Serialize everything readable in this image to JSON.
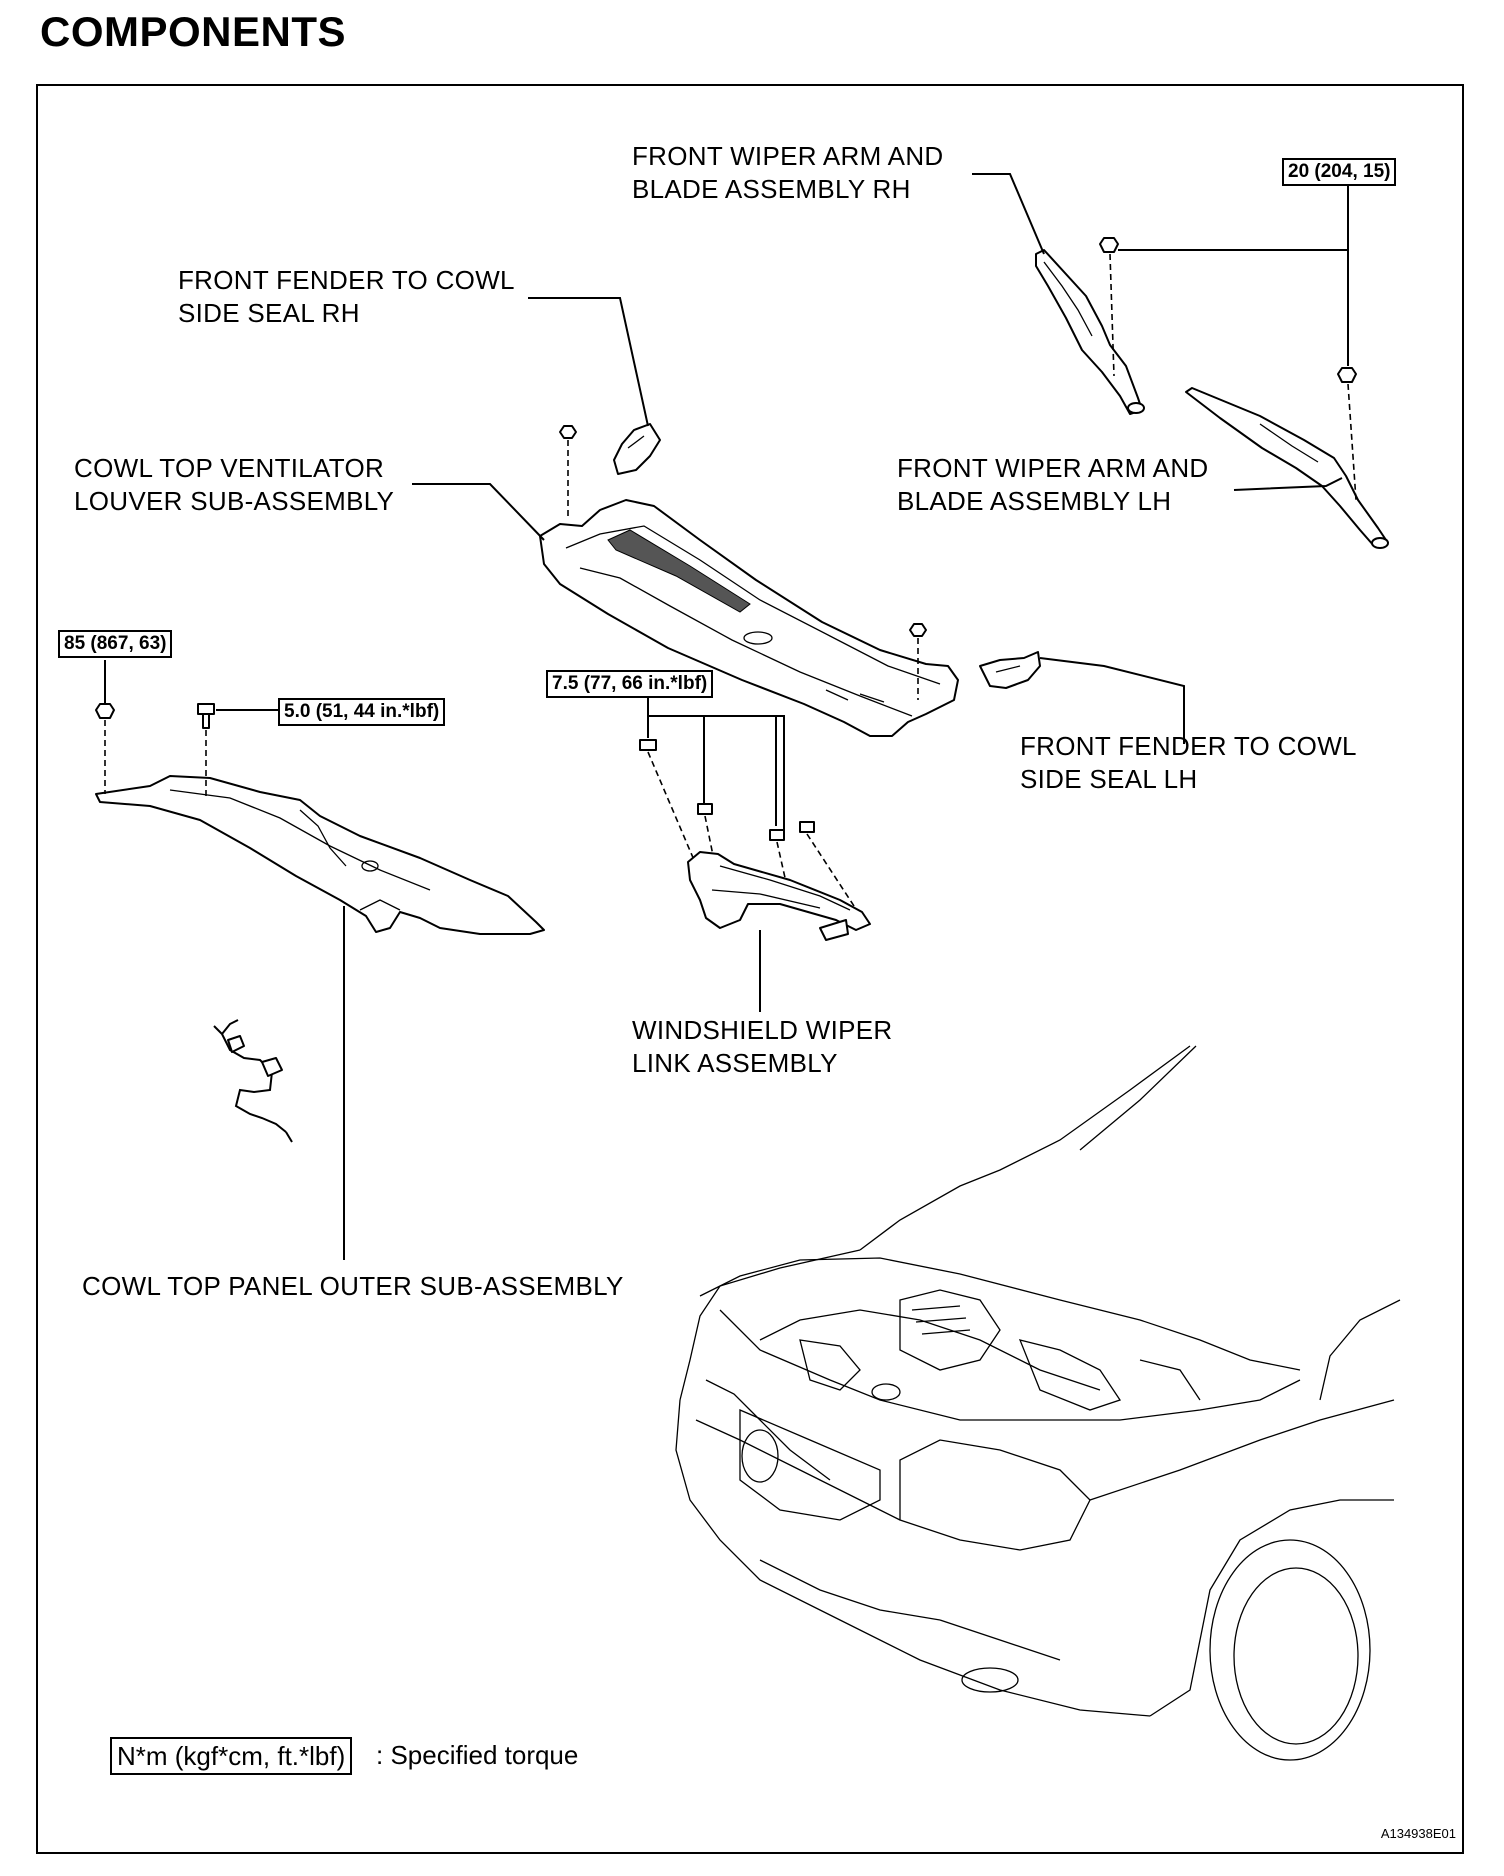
{
  "title": "COMPONENTS",
  "labels": {
    "wiper_arm_rh": "FRONT WIPER ARM AND\nBLADE ASSEMBLY RH",
    "fender_seal_rh": "FRONT FENDER TO COWL\nSIDE SEAL RH",
    "cowl_louver": "COWL TOP VENTILATOR\nLOUVER SUB-ASSEMBLY",
    "wiper_arm_lh": "FRONT WIPER ARM AND\nBLADE ASSEMBLY LH",
    "fender_seal_lh": "FRONT FENDER TO COWL\nSIDE SEAL LH",
    "wiper_link": "WINDSHIELD WIPER\nLINK ASSEMBLY",
    "cowl_panel_outer": "COWL TOP PANEL OUTER SUB-ASSEMBLY"
  },
  "torques": {
    "wiper_nut": "20 (204, 15)",
    "panel_nut": "85 (867, 63)",
    "panel_bolt": "5.0 (51, 44 in.*lbf)",
    "link_bolts": "7.5 (77, 66 in.*lbf)"
  },
  "legend": {
    "unit": "N*m (kgf*cm, ft.*lbf)",
    "description": ": Specified torque"
  },
  "figure_code": "A134938E01"
}
